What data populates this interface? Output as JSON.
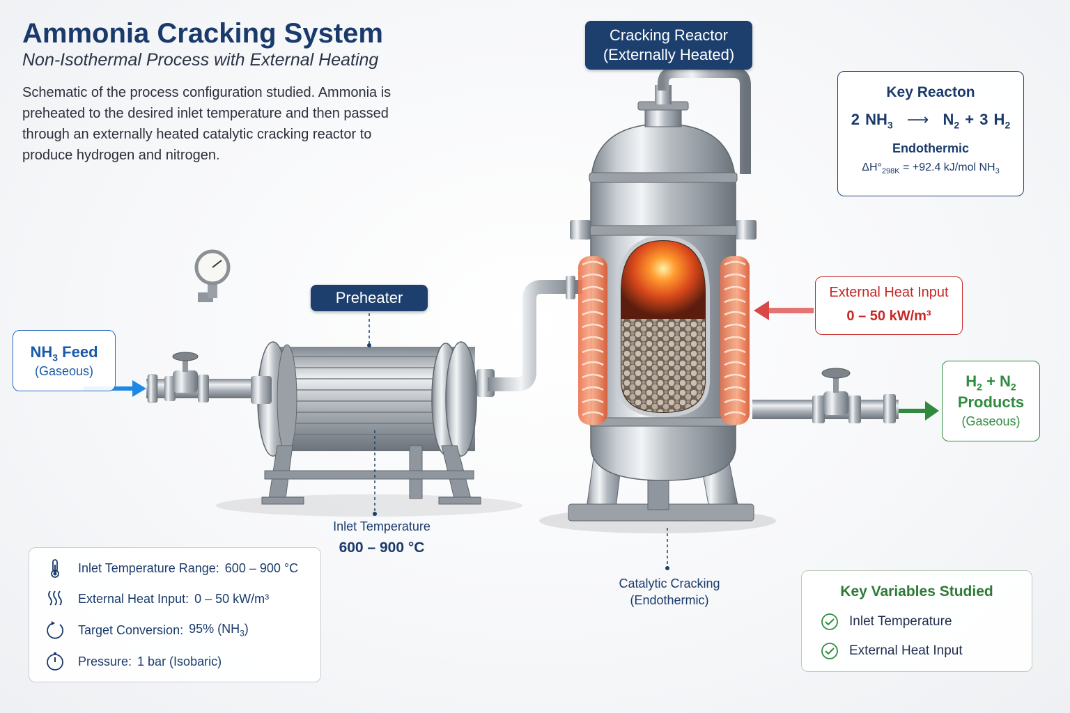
{
  "header": {
    "title": "Ammonia Cracking System",
    "subtitle": "Non-Isothermal Process with External Heating",
    "description": "Schematic of the process configuration studied. Ammonia is preheated to the desired inlet temperature and then passed through an externally heated catalytic cracking reactor to produce hydrogen and nitrogen."
  },
  "reactor_badge": {
    "line1": "Cracking Reactor",
    "line2": "(Externally Heated)"
  },
  "preheater_badge": "Preheater",
  "reaction_card": {
    "title": "Key Reacton",
    "equation_left": "2 NH3",
    "arrow": "⟶",
    "equation_right": "N2 + 3 H2",
    "type": "Endothermic",
    "enthalpy": "ΔH°298K = +92.4 kJ/mol NH3"
  },
  "feed": {
    "name": "NH3 Feed",
    "state": "(Gaseous)"
  },
  "heat_input": {
    "label": "External Heat Input",
    "value": "0 – 50 kW/m³"
  },
  "products": {
    "line1": "H2 + N2",
    "line2": "Products",
    "state": "(Gaseous)"
  },
  "inlet_label": {
    "label": "Inlet Temperature",
    "value": "600 – 900 °C"
  },
  "catalytic_label": {
    "line1": "Catalytic Cracking",
    "line2": "(Endothermic)"
  },
  "parameters": [
    {
      "icon": "thermometer-icon",
      "label": "Inlet Temperature Range:",
      "value": "600 – 900 °C"
    },
    {
      "icon": "heat-waves-icon",
      "label": "External Heat Input:",
      "value": "0 – 50 kW/m³"
    },
    {
      "icon": "conversion-cycle-icon",
      "label": "Target Conversion:",
      "value": "95% (NH3)"
    },
    {
      "icon": "pressure-gauge-icon",
      "label": "Pressure:",
      "value": "1 bar (Isobaric)"
    }
  ],
  "key_variables": {
    "title": "Key Variables Studied",
    "items": [
      "Inlet Temperature",
      "External Heat Input"
    ]
  },
  "colors": {
    "navy": "#1c3f6e",
    "feed_blue": "#1e88e5",
    "heat_red": "#c62828",
    "product_green": "#2e8b3e"
  }
}
